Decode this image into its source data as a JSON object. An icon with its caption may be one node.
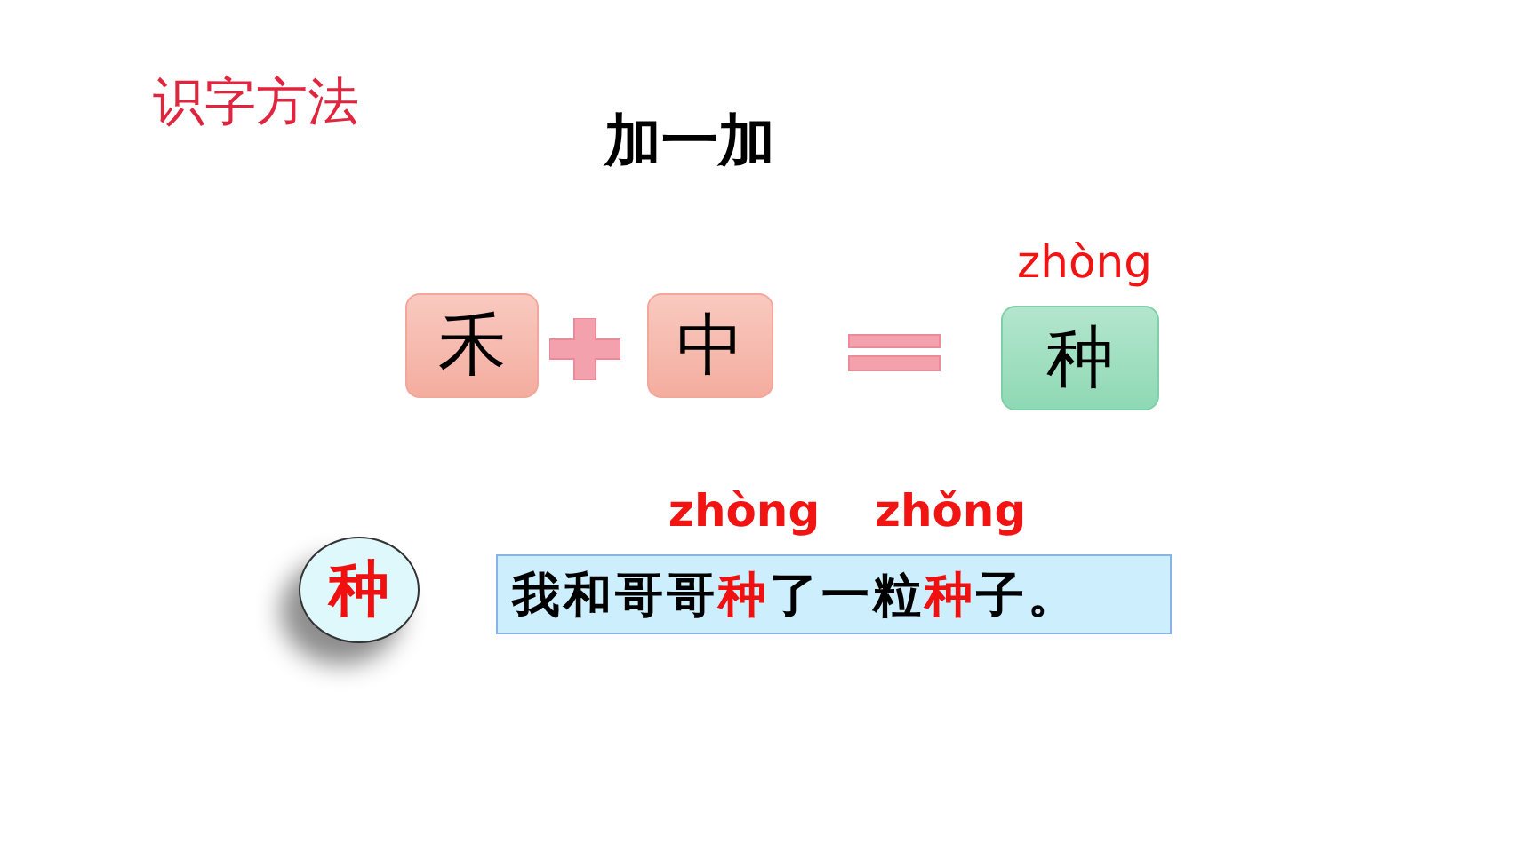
{
  "diagram": {
    "title": "加一加",
    "nodes": [
      {
        "text": [
          "禾"
        ]
      },
      {
        "text": [
          "中"
        ]
      },
      {
        "text": [
          "种"
        ],
        "beside": [
          "zhòng"
        ]
      },
      {
        "text": [
          "种"
        ]
      },
      {
        "text": [
          "我和哥哥",
          "种",
          "了一粒",
          "种",
          "子。"
        ]
      }
    ],
    "labels": [
      "识字方法",
      "zhòng",
      "zhǒng"
    ]
  }
}
